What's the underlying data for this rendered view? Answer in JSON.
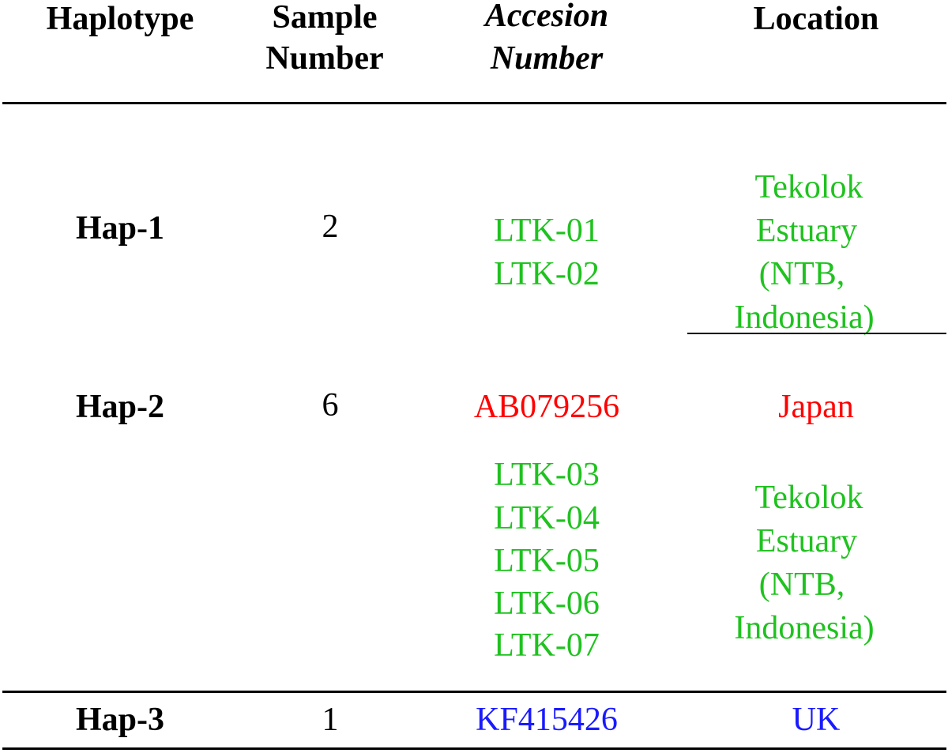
{
  "table": {
    "headers": {
      "haplotype": "Haplotype",
      "sample_line1": "Sample",
      "sample_line2": "Number",
      "accession_line1": "Accesion",
      "accession_line2": "Number",
      "location": "Location"
    },
    "rows": [
      {
        "haplotype": "Hap-1",
        "sample_number": "2",
        "accessions": [
          "LTK-01",
          "LTK-02"
        ],
        "location_lines": [
          "Tekolok",
          "Estuary",
          "(NTB,",
          "Indonesia)"
        ]
      },
      {
        "haplotype": "Hap-2",
        "sample_number": "6",
        "accessions_a": [
          "AB079256"
        ],
        "location_a": "Japan",
        "accessions_b": [
          "LTK-03",
          "LTK-04",
          "LTK-05",
          "LTK-06",
          "LTK-07"
        ],
        "location_b_lines": [
          "Tekolok",
          "Estuary",
          "(NTB,",
          "Indonesia)"
        ]
      },
      {
        "haplotype": "Hap-3",
        "sample_number": "1",
        "accessions": [
          "KF415426"
        ],
        "location": "UK"
      }
    ]
  },
  "colors": {
    "indonesia_green": "#1fc21f",
    "japan_red": "#ff0000",
    "uk_blue": "#1a1aff"
  }
}
